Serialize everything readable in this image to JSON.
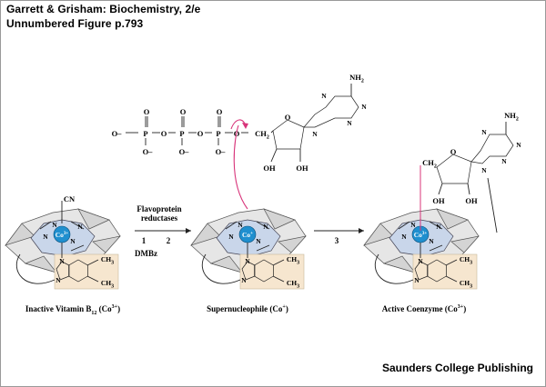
{
  "header": {
    "line1": "Garrett & Grisham: Biochemistry, 2/e",
    "line2": "Unnumbered Figure p.793"
  },
  "footer": {
    "publisher": "Saunders College Publishing"
  },
  "colors": {
    "ring_fill": "#c9d6ea",
    "ring_outer": "#e6e6e6",
    "cobalt": "#1f8fcf",
    "dmbz_box": "#f6e6cf",
    "arrow_pink": "#d8347a"
  },
  "complexes": [
    {
      "label": "Inactive Vitamin B",
      "sub": "12",
      "suffix": " (Co",
      "sup": "3+",
      "end": ")",
      "metal": "Co",
      "metal_sup": "3+"
    },
    {
      "label": "Supernucleophile (Co",
      "sup": "+",
      "end": ")",
      "metal": "Co",
      "metal_sup": "+"
    },
    {
      "label": "Active Coenzyme (Co",
      "sup": "3+",
      "end": ")",
      "metal": "Co",
      "metal_sup": "3+"
    }
  ],
  "ligand_cn": "CN",
  "dmbz_label": "DMBz",
  "step_arrow_1": {
    "enzyme_line1": "Flavoprotein",
    "enzyme_line2": "reductases",
    "step_a": "1",
    "step_b": "2"
  },
  "step_arrow_2": {
    "step": "3"
  },
  "atp": {
    "phosphorus": [
      "P",
      "P",
      "P"
    ],
    "oxygen": "O",
    "o_minus": "O–",
    "ch2": "CH",
    "ch2_sub": "2",
    "oh": "OH",
    "nh2": "NH",
    "nh2_sub": "2",
    "n": "N"
  },
  "adenosyl": {
    "ch2": "CH",
    "ch2_sub": "2",
    "oh": "OH",
    "nh2": "NH",
    "nh2_sub": "2",
    "n": "N",
    "o": "O"
  },
  "methyl": "CH",
  "methyl_sub": "3"
}
